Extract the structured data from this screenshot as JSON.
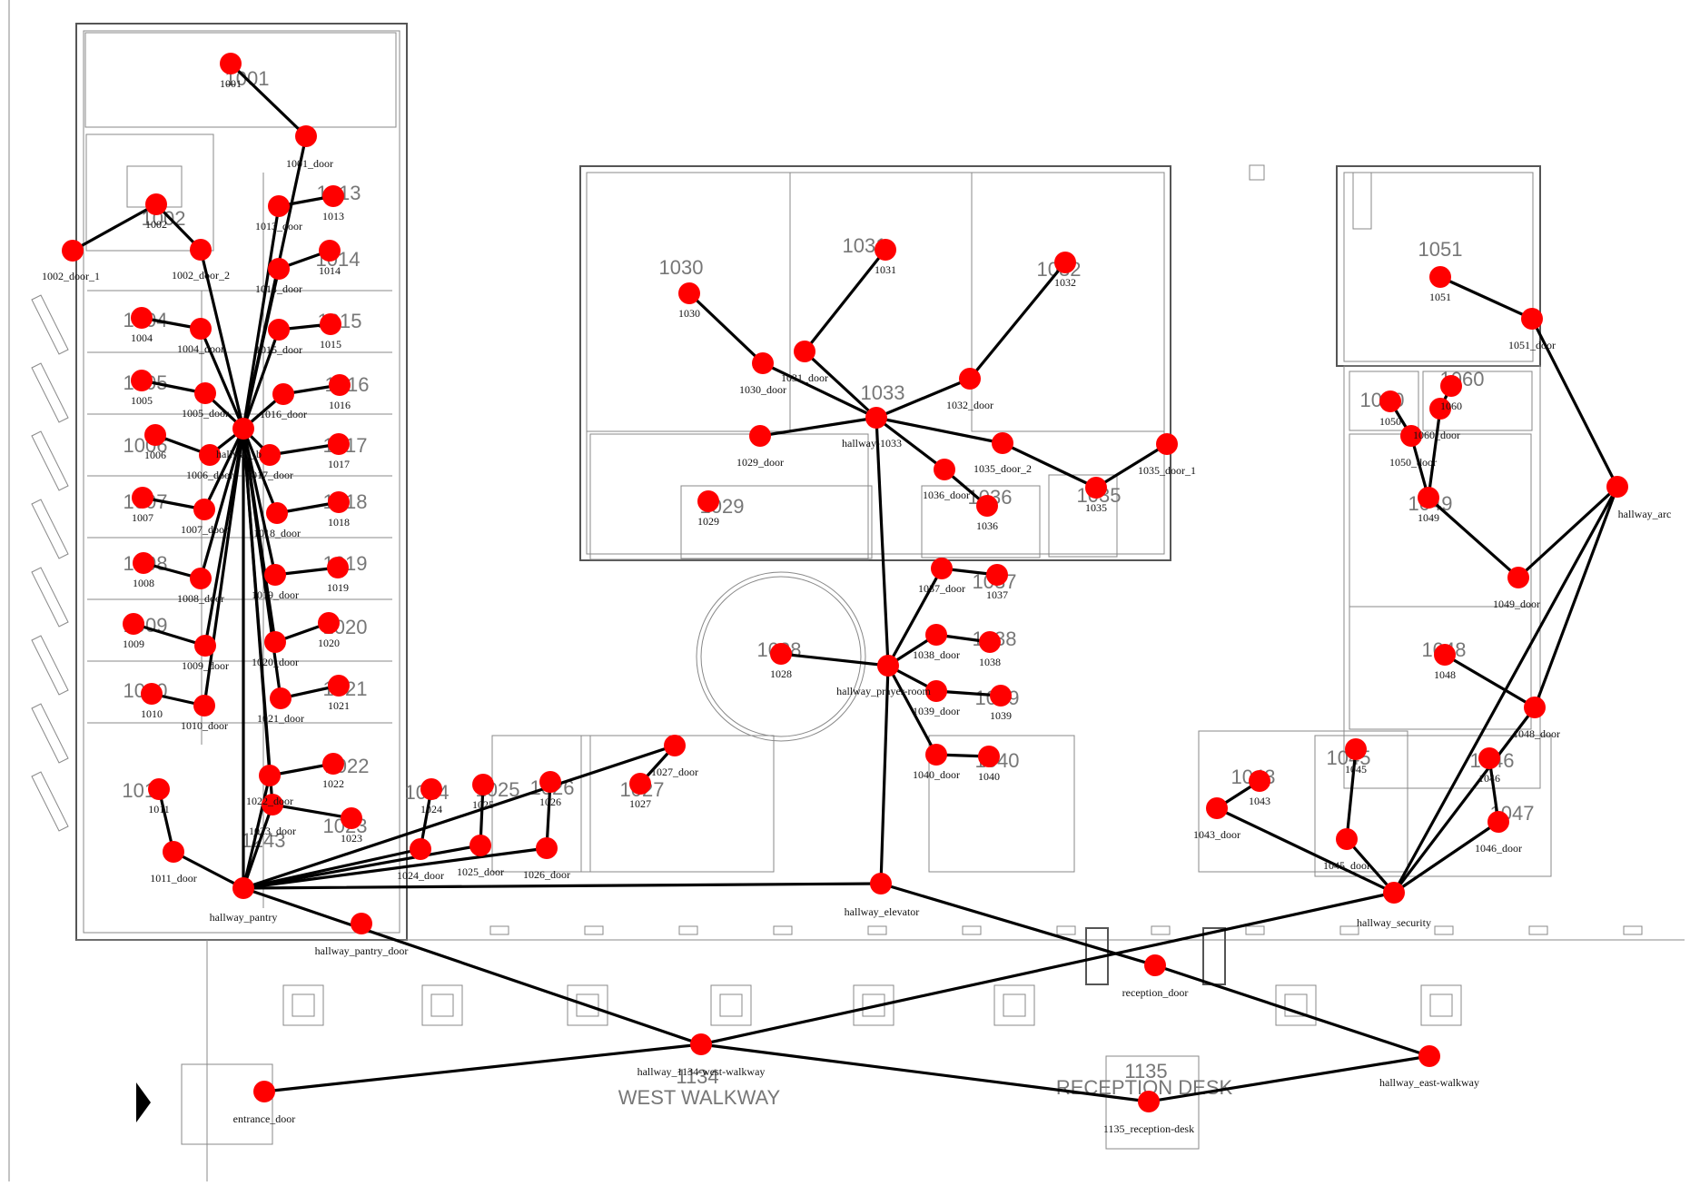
{
  "colors": {
    "node": "#ff0000",
    "edge": "#000000",
    "wall": "#555555",
    "bg": "#ffffff"
  },
  "floor_labels": [
    {
      "id": "r1001",
      "text": "1001"
    },
    {
      "id": "r1002",
      "text": "1002"
    },
    {
      "id": "r1013",
      "text": "1013"
    },
    {
      "id": "r1014",
      "text": "1014"
    },
    {
      "id": "r1004",
      "text": "1004"
    },
    {
      "id": "r1015",
      "text": "1015"
    },
    {
      "id": "r1005",
      "text": "1005"
    },
    {
      "id": "r1016",
      "text": "1016"
    },
    {
      "id": "r1006",
      "text": "1006"
    },
    {
      "id": "r1017",
      "text": "1017"
    },
    {
      "id": "r1007",
      "text": "1007"
    },
    {
      "id": "r1018",
      "text": "1018"
    },
    {
      "id": "r1008",
      "text": "1008"
    },
    {
      "id": "r1019",
      "text": "1019"
    },
    {
      "id": "r1009",
      "text": "1009"
    },
    {
      "id": "r1020",
      "text": "1020"
    },
    {
      "id": "r1010",
      "text": "1010"
    },
    {
      "id": "r1021",
      "text": "1021"
    },
    {
      "id": "r1011",
      "text": "1011"
    },
    {
      "id": "r1022",
      "text": "1022"
    },
    {
      "id": "r1023",
      "text": "1023"
    },
    {
      "id": "r1243",
      "text": "1243"
    },
    {
      "id": "r1024",
      "text": "1024"
    },
    {
      "id": "r1025",
      "text": "1025"
    },
    {
      "id": "r1026",
      "text": "1026"
    },
    {
      "id": "r1027",
      "text": "1027"
    },
    {
      "id": "r1030",
      "text": "1030"
    },
    {
      "id": "r1031",
      "text": "1031"
    },
    {
      "id": "r1032",
      "text": "1032"
    },
    {
      "id": "r1033",
      "text": "1033"
    },
    {
      "id": "r1029",
      "text": "1029"
    },
    {
      "id": "r1035",
      "text": "1035"
    },
    {
      "id": "r1036",
      "text": "1036"
    },
    {
      "id": "r1037",
      "text": "1037"
    },
    {
      "id": "r1038",
      "text": "1038"
    },
    {
      "id": "r1039",
      "text": "1039"
    },
    {
      "id": "r1040",
      "text": "1040"
    },
    {
      "id": "r1028",
      "text": "1028"
    },
    {
      "id": "r1051",
      "text": "1051"
    },
    {
      "id": "r1050",
      "text": "1050"
    },
    {
      "id": "r1060",
      "text": "1060"
    },
    {
      "id": "r1049",
      "text": "1049"
    },
    {
      "id": "r1048",
      "text": "1048"
    },
    {
      "id": "r1043",
      "text": "1043"
    },
    {
      "id": "r1045",
      "text": "1045"
    },
    {
      "id": "r1046",
      "text": "1046"
    },
    {
      "id": "r1047",
      "text": "1047"
    },
    {
      "id": "r1134",
      "text": "1134"
    },
    {
      "id": "west_walkway",
      "text": "WEST WALKWAY"
    },
    {
      "id": "r1135",
      "text": "1135"
    },
    {
      "id": "reception_desk",
      "text": "RECEPTION DESK"
    }
  ],
  "nodes": [
    {
      "id": "1001",
      "label": "1001"
    },
    {
      "id": "1001_door",
      "label": "1001_door"
    },
    {
      "id": "1002",
      "label": "1002"
    },
    {
      "id": "1002_door_1",
      "label": "1002_door_1"
    },
    {
      "id": "1002_door_2",
      "label": "1002_door_2"
    },
    {
      "id": "1013",
      "label": "1013"
    },
    {
      "id": "1013_door",
      "label": "1013_door"
    },
    {
      "id": "1014",
      "label": "1014"
    },
    {
      "id": "1014_door",
      "label": "1014_door"
    },
    {
      "id": "1004",
      "label": "1004"
    },
    {
      "id": "1004_door",
      "label": "1004_door"
    },
    {
      "id": "1015",
      "label": "1015"
    },
    {
      "id": "1015_door",
      "label": "1015_door"
    },
    {
      "id": "1005",
      "label": "1005"
    },
    {
      "id": "1005_door",
      "label": "1005_door"
    },
    {
      "id": "1016",
      "label": "1016"
    },
    {
      "id": "1016_door",
      "label": "1016_door"
    },
    {
      "id": "hallway_b",
      "label": "hallway_b"
    },
    {
      "id": "1006",
      "label": "1006"
    },
    {
      "id": "1006_door",
      "label": "1006_door"
    },
    {
      "id": "1017",
      "label": "1017"
    },
    {
      "id": "1017_door",
      "label": "1017_door"
    },
    {
      "id": "1007",
      "label": "1007"
    },
    {
      "id": "1007_door",
      "label": "1007_door"
    },
    {
      "id": "1018",
      "label": "1018"
    },
    {
      "id": "1018_door",
      "label": "1018_door"
    },
    {
      "id": "1008",
      "label": "1008"
    },
    {
      "id": "1008_door",
      "label": "1008_door"
    },
    {
      "id": "1019",
      "label": "1019"
    },
    {
      "id": "1019_door",
      "label": "1019_door"
    },
    {
      "id": "1009",
      "label": "1009"
    },
    {
      "id": "1009_door",
      "label": "1009_door"
    },
    {
      "id": "1020",
      "label": "1020"
    },
    {
      "id": "1020_door",
      "label": "1020_door"
    },
    {
      "id": "1010",
      "label": "1010"
    },
    {
      "id": "1010_door",
      "label": "1010_door"
    },
    {
      "id": "1021",
      "label": "1021"
    },
    {
      "id": "1021_door",
      "label": "1021_door"
    },
    {
      "id": "1011",
      "label": "1011"
    },
    {
      "id": "1011_door",
      "label": "1011_door"
    },
    {
      "id": "1022",
      "label": "1022"
    },
    {
      "id": "1022_door",
      "label": "1022_door"
    },
    {
      "id": "1023",
      "label": "1023"
    },
    {
      "id": "1023_door",
      "label": "1023_door"
    },
    {
      "id": "1024",
      "label": "1024"
    },
    {
      "id": "1024_door",
      "label": "1024_door"
    },
    {
      "id": "1025",
      "label": "1025"
    },
    {
      "id": "1025_door",
      "label": "1025_door"
    },
    {
      "id": "1026",
      "label": "1026"
    },
    {
      "id": "1026_door",
      "label": "1026_door"
    },
    {
      "id": "1027",
      "label": "1027"
    },
    {
      "id": "1027_door",
      "label": "1027_door"
    },
    {
      "id": "hallway_pantry",
      "label": "hallway_pantry"
    },
    {
      "id": "hallway_pantry_door",
      "label": "hallway_pantry_door"
    },
    {
      "id": "1030",
      "label": "1030"
    },
    {
      "id": "1030_door",
      "label": "1030_door"
    },
    {
      "id": "1031",
      "label": "1031"
    },
    {
      "id": "1031_door",
      "label": "1031_door"
    },
    {
      "id": "1032",
      "label": "1032"
    },
    {
      "id": "1032_door",
      "label": "1032_door"
    },
    {
      "id": "hallway_1033",
      "label": "hallway-1033"
    },
    {
      "id": "1029",
      "label": "1029"
    },
    {
      "id": "1029_door",
      "label": "1029_door"
    },
    {
      "id": "1035",
      "label": "1035"
    },
    {
      "id": "1035_door_1",
      "label": "1035_door_1"
    },
    {
      "id": "1035_door_2",
      "label": "1035_door_2"
    },
    {
      "id": "1036",
      "label": "1036"
    },
    {
      "id": "1036_door",
      "label": "1036_door"
    },
    {
      "id": "1037",
      "label": "1037"
    },
    {
      "id": "1037_door",
      "label": "1037_door"
    },
    {
      "id": "1038",
      "label": "1038"
    },
    {
      "id": "1038_door",
      "label": "1038_door"
    },
    {
      "id": "1039",
      "label": "1039"
    },
    {
      "id": "1039_door",
      "label": "1039_door"
    },
    {
      "id": "1040",
      "label": "1040"
    },
    {
      "id": "1040_door",
      "label": "1040_door"
    },
    {
      "id": "1028",
      "label": "1028"
    },
    {
      "id": "hallway_prayer_room",
      "label": "hallway_prayer-room"
    },
    {
      "id": "hallway_elevator",
      "label": "hallway_elevator"
    },
    {
      "id": "1051",
      "label": "1051"
    },
    {
      "id": "1051_door",
      "label": "1051_door"
    },
    {
      "id": "1050",
      "label": "1050"
    },
    {
      "id": "1050_door",
      "label": "1050_door"
    },
    {
      "id": "1060",
      "label": "1060"
    },
    {
      "id": "1060_door",
      "label": "1060_door"
    },
    {
      "id": "1049",
      "label": "1049"
    },
    {
      "id": "1049_door",
      "label": "1049_door"
    },
    {
      "id": "hallway_arc",
      "label": "hallway_arc"
    },
    {
      "id": "1048",
      "label": "1048"
    },
    {
      "id": "1048_door",
      "label": "1048_door"
    },
    {
      "id": "1043",
      "label": "1043"
    },
    {
      "id": "1043_door",
      "label": "1043_door"
    },
    {
      "id": "1045",
      "label": "1045"
    },
    {
      "id": "1045_door",
      "label": "1045_door"
    },
    {
      "id": "1046",
      "label": "1046"
    },
    {
      "id": "1046_door",
      "label": "1046_door"
    },
    {
      "id": "hallway_security",
      "label": "hallway_security"
    },
    {
      "id": "reception_door",
      "label": "reception_door"
    },
    {
      "id": "hallway_1134_west_walkway",
      "label": "hallway_1134-west-walkway"
    },
    {
      "id": "hallway_east_walkway",
      "label": "hallway_east-walkway"
    },
    {
      "id": "entrance_door",
      "label": "entrance_door"
    },
    {
      "id": "1135_reception_desk",
      "label": "1135_reception-desk"
    }
  ],
  "edges": [
    [
      "1001",
      "1001_door"
    ],
    [
      "1001_door",
      "hallway_b"
    ],
    [
      "1002",
      "1002_door_1"
    ],
    [
      "1002",
      "1002_door_2"
    ],
    [
      "1002_door_2",
      "hallway_b"
    ],
    [
      "1013",
      "1013_door"
    ],
    [
      "1013_door",
      "hallway_b"
    ],
    [
      "1014",
      "1014_door"
    ],
    [
      "1014_door",
      "hallway_b"
    ],
    [
      "1004",
      "1004_door"
    ],
    [
      "1004_door",
      "hallway_b"
    ],
    [
      "1015",
      "1015_door"
    ],
    [
      "1015_door",
      "hallway_b"
    ],
    [
      "1005",
      "1005_door"
    ],
    [
      "1005_door",
      "hallway_b"
    ],
    [
      "1016",
      "1016_door"
    ],
    [
      "1016_door",
      "hallway_b"
    ],
    [
      "1006",
      "1006_door"
    ],
    [
      "1006_door",
      "hallway_b"
    ],
    [
      "1017",
      "1017_door"
    ],
    [
      "1017_door",
      "hallway_b"
    ],
    [
      "1007",
      "1007_door"
    ],
    [
      "1007_door",
      "hallway_b"
    ],
    [
      "1018",
      "1018_door"
    ],
    [
      "1018_door",
      "hallway_b"
    ],
    [
      "1008",
      "1008_door"
    ],
    [
      "1008_door",
      "hallway_b"
    ],
    [
      "1019",
      "1019_door"
    ],
    [
      "1019_door",
      "hallway_b"
    ],
    [
      "1009",
      "1009_door"
    ],
    [
      "1009_door",
      "hallway_b"
    ],
    [
      "1020",
      "1020_door"
    ],
    [
      "1020_door",
      "hallway_b"
    ],
    [
      "1010",
      "1010_door"
    ],
    [
      "1010_door",
      "hallway_b"
    ],
    [
      "1021",
      "1021_door"
    ],
    [
      "1021_door",
      "hallway_b"
    ],
    [
      "1011",
      "1011_door"
    ],
    [
      "1011_door",
      "hallway_pantry"
    ],
    [
      "1022",
      "1022_door"
    ],
    [
      "1022_door",
      "hallway_b"
    ],
    [
      "1023",
      "1023_door"
    ],
    [
      "1023_door",
      "hallway_b"
    ],
    [
      "hallway_b",
      "hallway_pantry"
    ],
    [
      "1022_door",
      "hallway_pantry"
    ],
    [
      "1023_door",
      "hallway_pantry"
    ],
    [
      "1024",
      "1024_door"
    ],
    [
      "1024_door",
      "hallway_pantry"
    ],
    [
      "1025",
      "1025_door"
    ],
    [
      "1025_door",
      "hallway_pantry"
    ],
    [
      "1026",
      "1026_door"
    ],
    [
      "1026_door",
      "hallway_pantry"
    ],
    [
      "1027",
      "1027_door"
    ],
    [
      "1027_door",
      "hallway_pantry"
    ],
    [
      "hallway_pantry",
      "hallway_elevator"
    ],
    [
      "hallway_pantry",
      "hallway_1134_west_walkway"
    ],
    [
      "1030",
      "1030_door"
    ],
    [
      "1030_door",
      "hallway_1033"
    ],
    [
      "1031",
      "1031_door"
    ],
    [
      "1031_door",
      "hallway_1033"
    ],
    [
      "1032",
      "1032_door"
    ],
    [
      "1032_door",
      "hallway_1033"
    ],
    [
      "1029_door",
      "hallway_1033"
    ],
    [
      "1035",
      "1035_door_1"
    ],
    [
      "1035",
      "1035_door_2"
    ],
    [
      "1035_door_2",
      "hallway_1033"
    ],
    [
      "1036",
      "1036_door"
    ],
    [
      "1036_door",
      "hallway_1033"
    ],
    [
      "hallway_1033",
      "hallway_prayer_room"
    ],
    [
      "1037",
      "1037_door"
    ],
    [
      "1037_door",
      "hallway_prayer_room"
    ],
    [
      "1038",
      "1038_door"
    ],
    [
      "1038_door",
      "hallway_prayer_room"
    ],
    [
      "1039",
      "1039_door"
    ],
    [
      "1039_door",
      "hallway_prayer_room"
    ],
    [
      "1040",
      "1040_door"
    ],
    [
      "1040_door",
      "hallway_prayer_room"
    ],
    [
      "1028",
      "hallway_prayer_room"
    ],
    [
      "hallway_prayer_room",
      "hallway_elevator"
    ],
    [
      "hallway_elevator",
      "reception_door"
    ],
    [
      "1051",
      "1051_door"
    ],
    [
      "1051_door",
      "hallway_arc"
    ],
    [
      "1050",
      "1050_door"
    ],
    [
      "1050_door",
      "1049"
    ],
    [
      "1060",
      "1060_door"
    ],
    [
      "1060_door",
      "1049"
    ],
    [
      "1049",
      "1049_door"
    ],
    [
      "1049_door",
      "hallway_arc"
    ],
    [
      "1048",
      "1048_door"
    ],
    [
      "1048_door",
      "hallway_arc"
    ],
    [
      "hallway_arc",
      "hallway_security"
    ],
    [
      "1043",
      "1043_door"
    ],
    [
      "1043_door",
      "hallway_security"
    ],
    [
      "1045",
      "1045_door"
    ],
    [
      "1045_door",
      "hallway_security"
    ],
    [
      "1046",
      "1046_door"
    ],
    [
      "1046_door",
      "hallway_security"
    ],
    [
      "1048_door",
      "hallway_security"
    ],
    [
      "hallway_security",
      "hallway_1134_west_walkway"
    ],
    [
      "reception_door",
      "hallway_east_walkway"
    ],
    [
      "hallway_east_walkway",
      "1135_reception_desk"
    ],
    [
      "1135_reception_desk",
      "hallway_1134_west_walkway"
    ],
    [
      "entrance_door",
      "hallway_1134_west_walkway"
    ]
  ]
}
